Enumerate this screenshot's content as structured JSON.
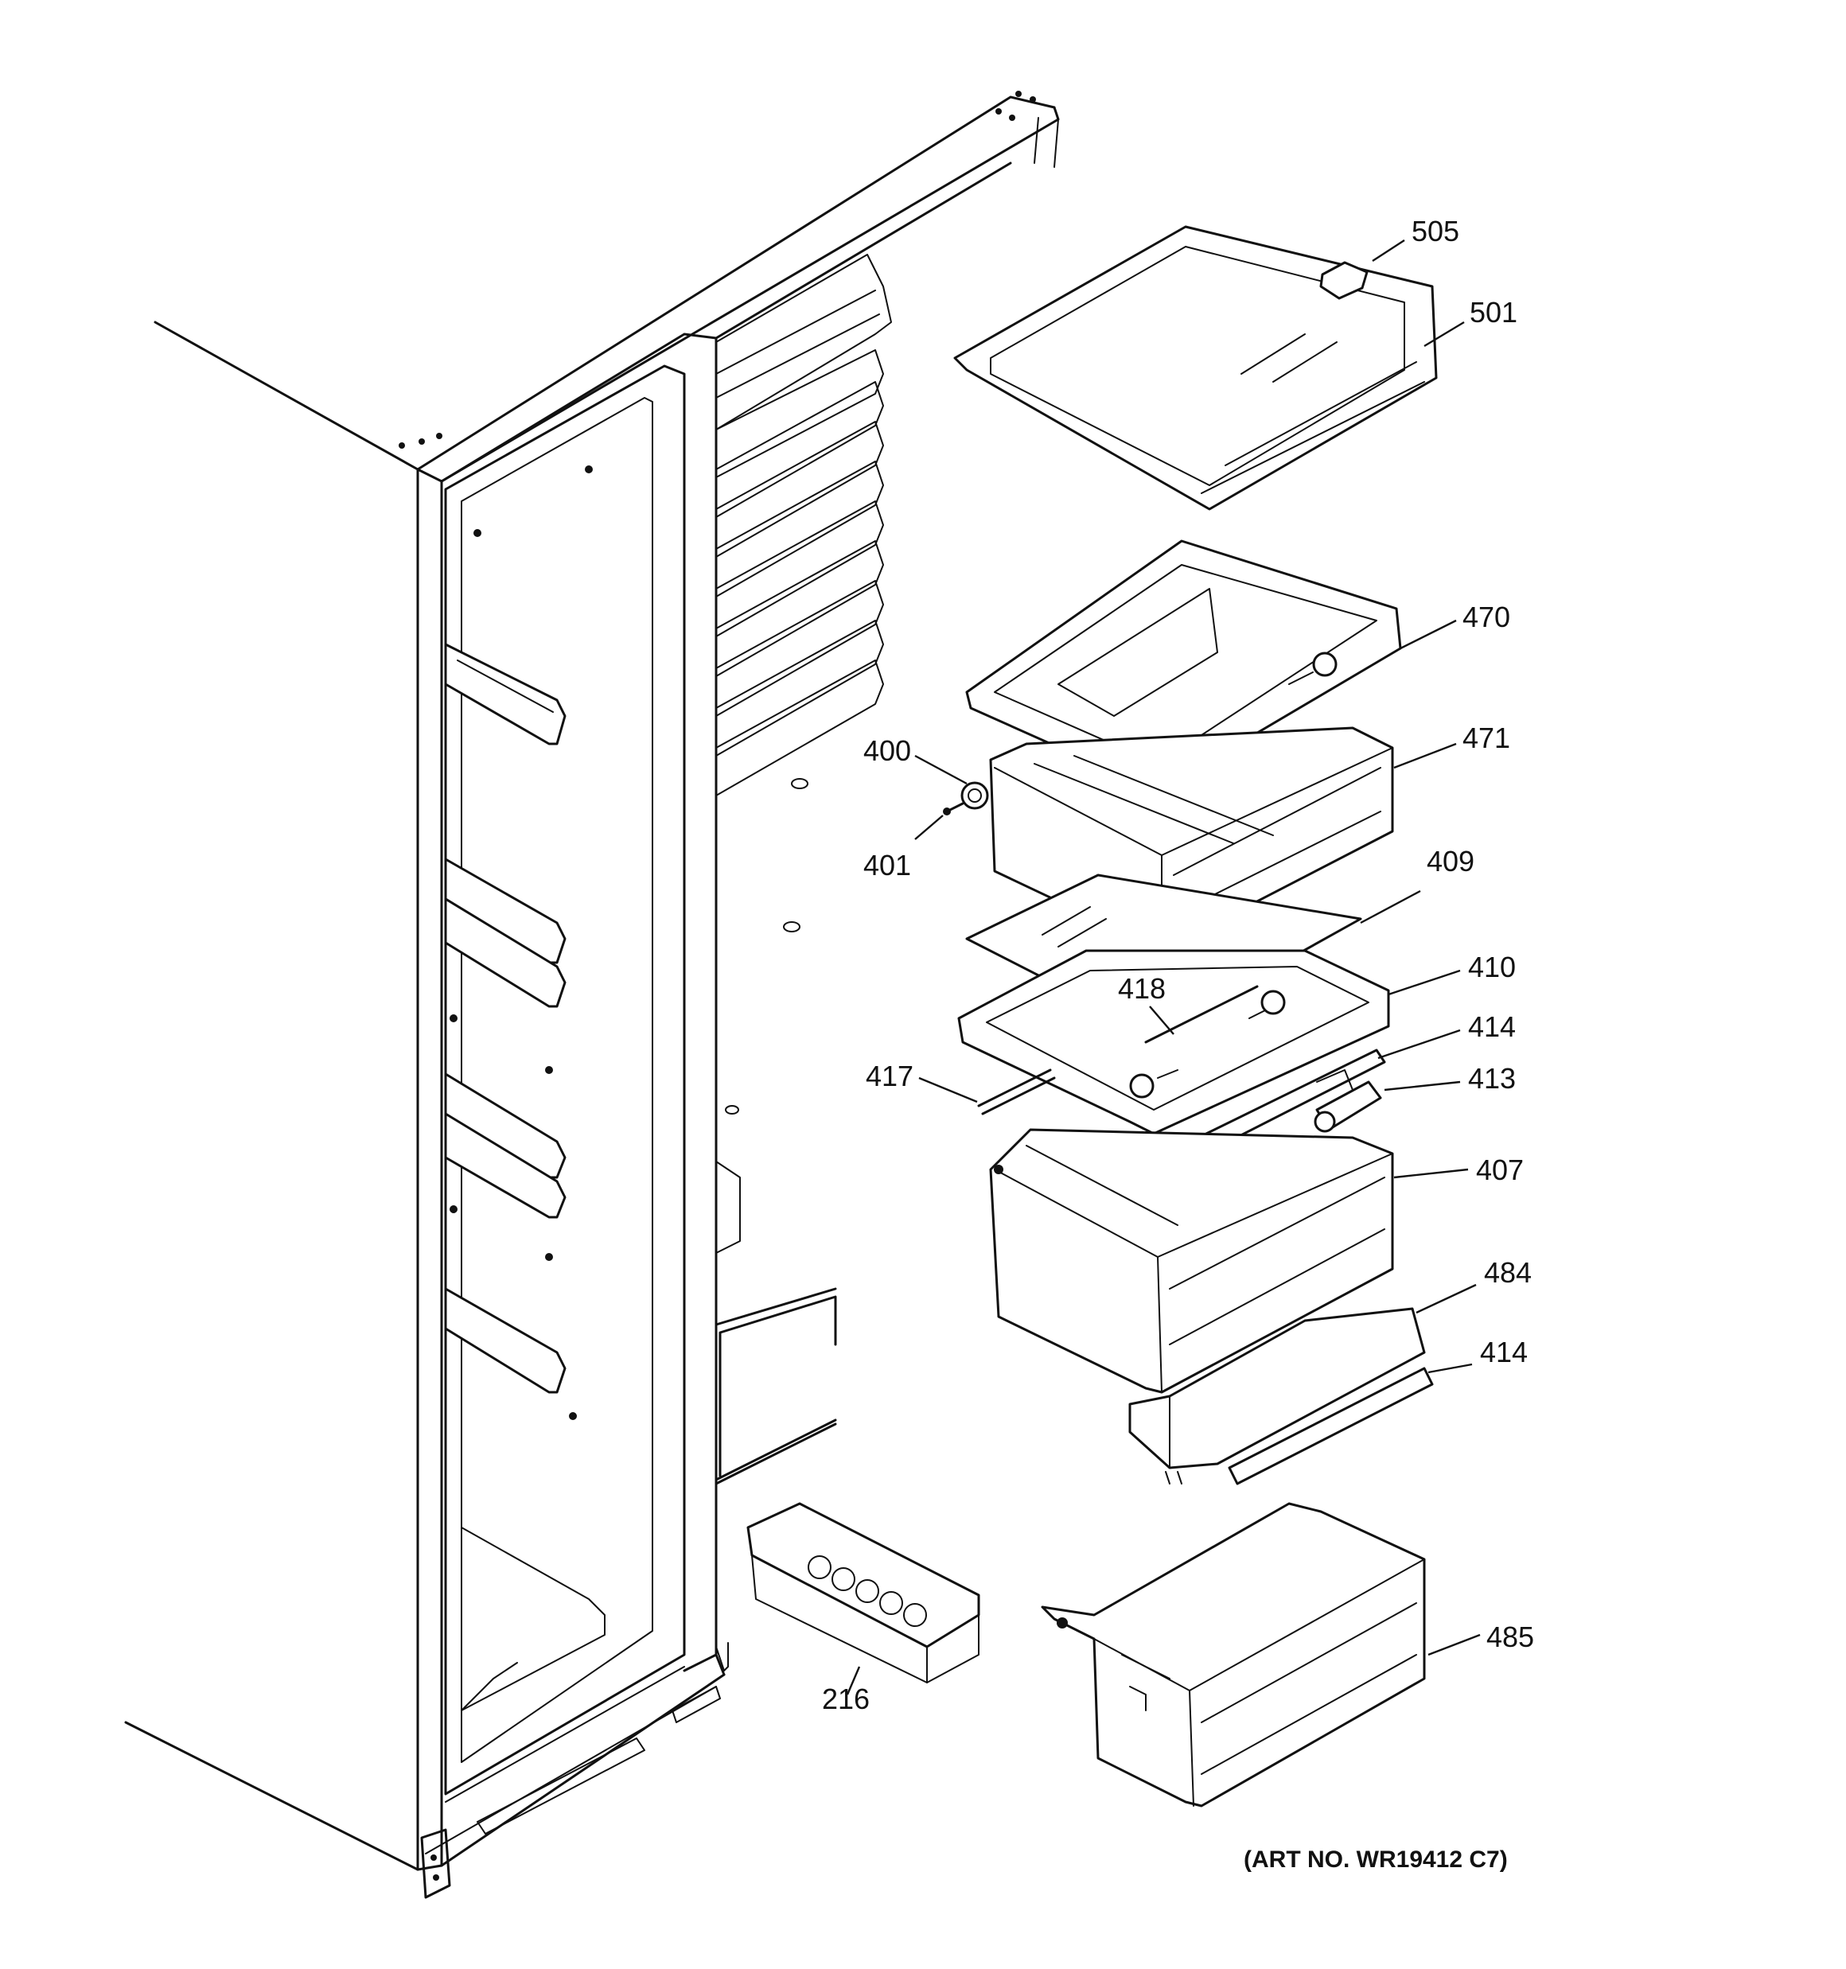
{
  "callouts": [
    {
      "id": "505",
      "label": "505"
    },
    {
      "id": "501",
      "label": "501"
    },
    {
      "id": "470",
      "label": "470"
    },
    {
      "id": "471",
      "label": "471"
    },
    {
      "id": "400",
      "label": "400"
    },
    {
      "id": "401",
      "label": "401"
    },
    {
      "id": "409",
      "label": "409"
    },
    {
      "id": "410",
      "label": "410"
    },
    {
      "id": "418",
      "label": "418"
    },
    {
      "id": "414a",
      "label": "414"
    },
    {
      "id": "417",
      "label": "417"
    },
    {
      "id": "413",
      "label": "413"
    },
    {
      "id": "407",
      "label": "407"
    },
    {
      "id": "484",
      "label": "484"
    },
    {
      "id": "414b",
      "label": "414"
    },
    {
      "id": "485",
      "label": "485"
    },
    {
      "id": "216",
      "label": "216"
    }
  ],
  "art_number": "(ART NO. WR19412 C7)"
}
